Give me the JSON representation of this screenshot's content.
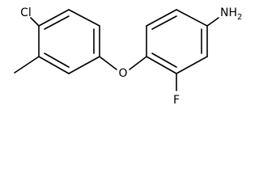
{
  "colors": {
    "bond": "#000000",
    "background": "#ffffff",
    "text": "#000000"
  },
  "molecule": {
    "atoms": {
      "chlorine": "Cl",
      "oxygen": "O",
      "fluorine": "F",
      "amine": "NH",
      "amine_subscript": "2"
    }
  }
}
